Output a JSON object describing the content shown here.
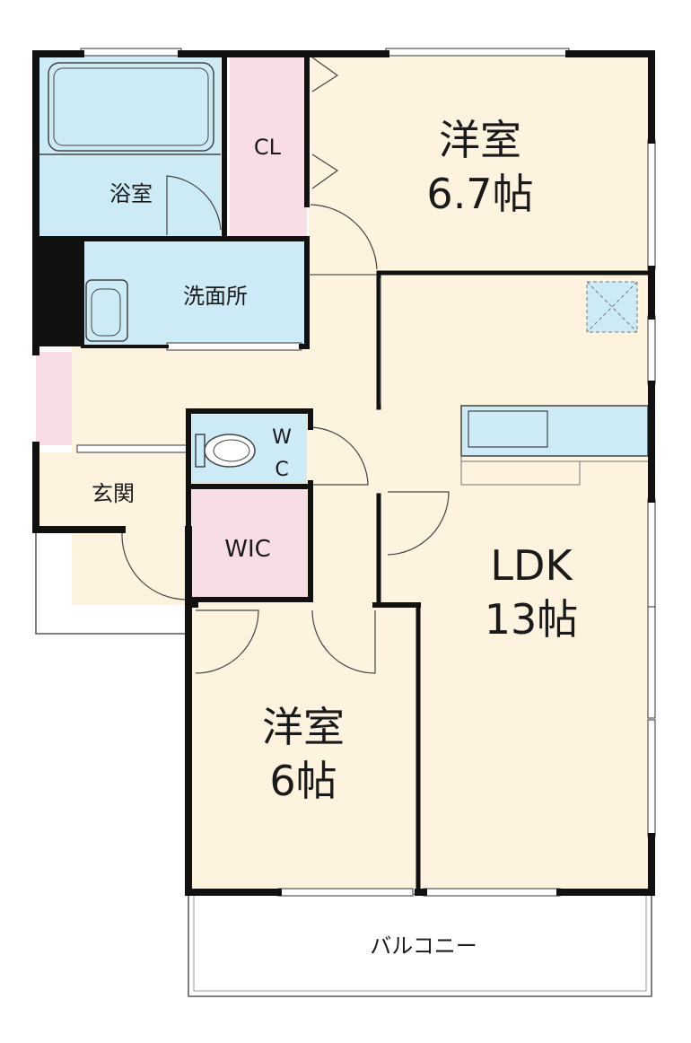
{
  "rooms": {
    "western_1": {
      "name": "洋室",
      "size": "6.7帖"
    },
    "western_2": {
      "name": "洋室",
      "size": "6帖"
    },
    "ldk": {
      "name": "LDK",
      "size": "13帖"
    },
    "closet": {
      "name": "CL"
    },
    "bath": {
      "name": "浴室"
    },
    "washroom": {
      "name": "洗面所"
    },
    "wc": {
      "line1": "W",
      "line2": "C"
    },
    "wic": {
      "name": "WIC"
    },
    "entrance": {
      "name": "玄関"
    },
    "balcony": {
      "name": "バルコニー"
    }
  },
  "colors": {
    "wall": "#111111",
    "room_floor": "#fdf3de",
    "wet_area": "#cdeaf7",
    "storage": "#f9dde6",
    "balcony": "#ffffff"
  }
}
